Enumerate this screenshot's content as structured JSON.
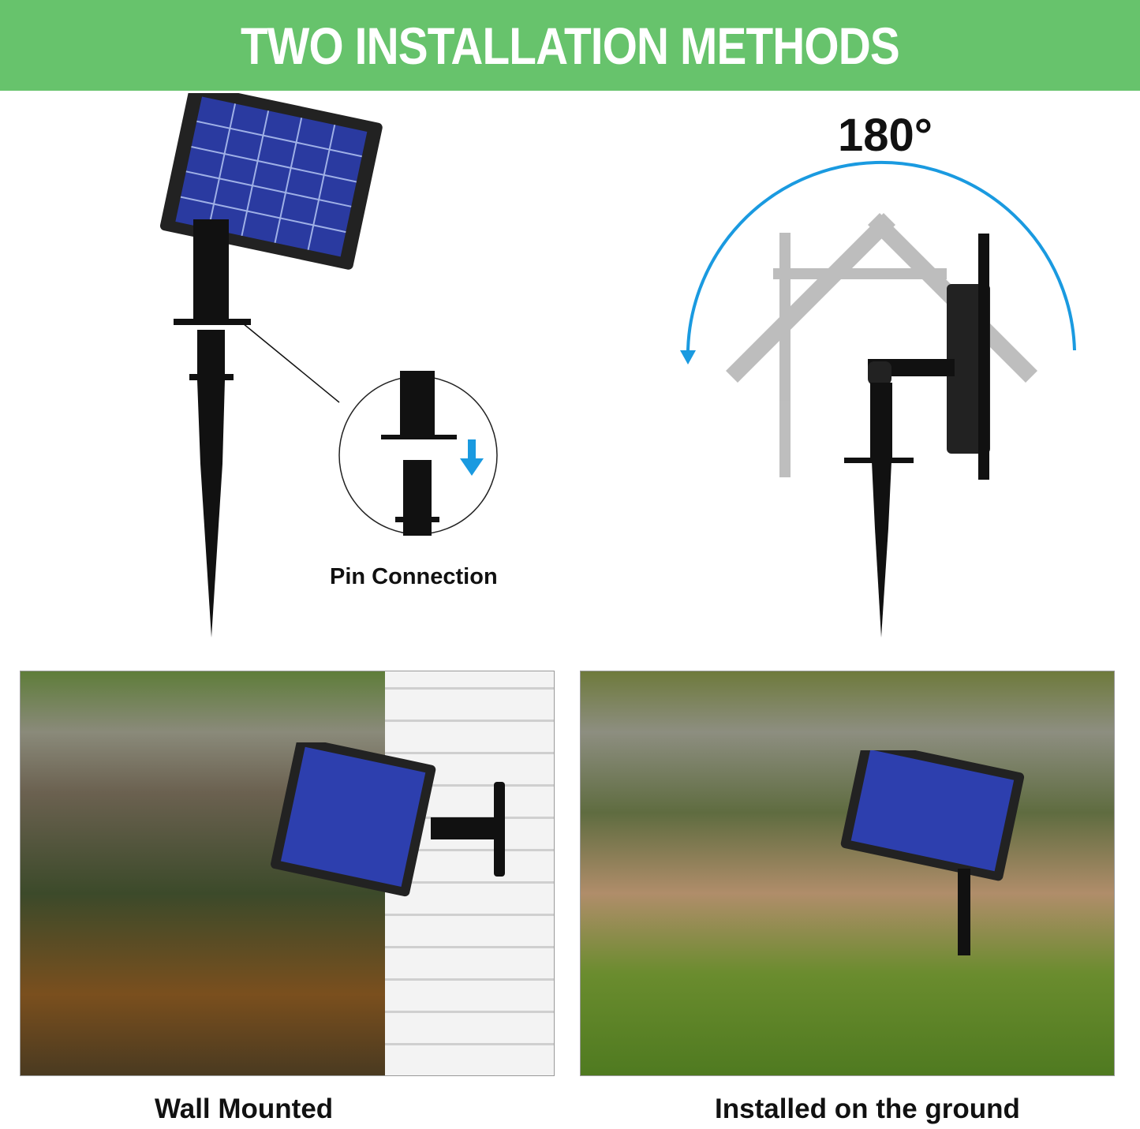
{
  "banner": {
    "title": "TWO INSTALLATION METHODS",
    "color": "#67c36c"
  },
  "top_left": {
    "illustration": "solar-panel-on-ground-stake",
    "detail_callout": {
      "caption": "Pin Connection",
      "arrow_color": "#1a9ae0"
    }
  },
  "top_right": {
    "illustration": "solar-panel-rotation",
    "angle_label": "180°",
    "arc_color": "#1a9ae0"
  },
  "bottom_left": {
    "photo": "wall-mounted-panel-by-koi-pond",
    "caption": "Wall Mounted"
  },
  "bottom_right": {
    "photo": "ground-stake-panel-by-koi-pond",
    "caption": "Installed on the ground"
  }
}
